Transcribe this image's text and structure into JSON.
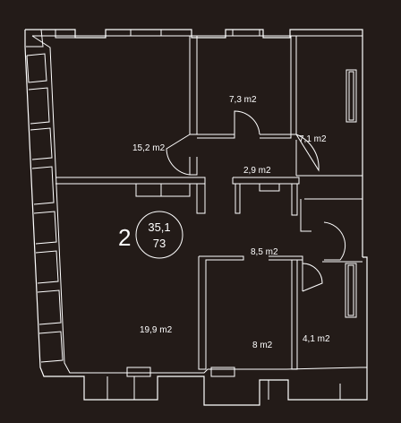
{
  "unit": {
    "number": "2",
    "area": "35,1",
    "code": "73"
  },
  "rooms": {
    "room_15_2": "15,2 m2",
    "room_7_3": "7,3 m2",
    "room_7_1": "7,1 m2",
    "room_2_9": "2,9 m2",
    "room_8_5": "8,5 m2",
    "room_19_9": "19,9 m2",
    "room_8": "8 m2",
    "room_4_1": "4,1 m2"
  }
}
